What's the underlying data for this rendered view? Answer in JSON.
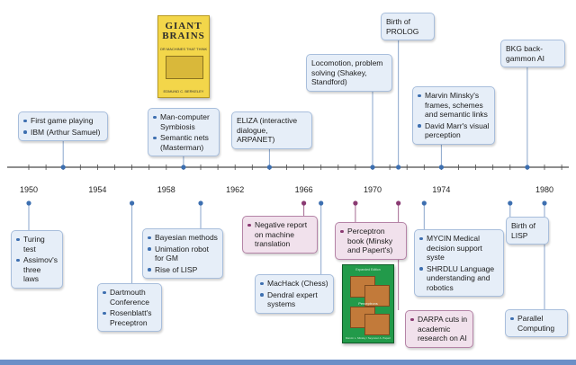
{
  "colors": {
    "axis": "#4a4a4a",
    "blue_dot": "#3d6fb0",
    "pink_dot": "#8a3a72",
    "blue_connector": "#8aa6cc",
    "pink_connector": "#a56a92",
    "bottom_bar": "#6b8fc7"
  },
  "timeline": {
    "start_year": 1950,
    "end_year": 1981,
    "year_labels": [
      "1950",
      "1954",
      "1958",
      "1962",
      "1966",
      "1970",
      "1974",
      "1980"
    ]
  },
  "books": {
    "giant_brains": {
      "title": "GIANT BRAINS",
      "subtitle": "OR MACHINES THAT THINK",
      "footer": "EDMUND C. BERKELEY"
    },
    "perceptrons": {
      "header": "Expanded Edition",
      "title": "Perceptrons",
      "footer": "Marvin L. Minsky / Seymour A. Papert"
    }
  },
  "events_above": [
    {
      "id": "game-playing",
      "year": 1952,
      "style": "blue",
      "items": [
        "First game playing",
        "IBM (Arthur Samuel)"
      ]
    },
    {
      "id": "man-computer",
      "year": 1959,
      "style": "blue",
      "items": [
        "Man-computer Symbiosis",
        "Semantic nets (Masterman)"
      ]
    },
    {
      "id": "eliza",
      "year": 1964,
      "style": "blue",
      "items": [
        "ELIZA (interactive dialogue, ARPANET)"
      ]
    },
    {
      "id": "shakey",
      "year": 1970,
      "style": "blue",
      "items": [
        "Locomotion, problem solving (Shakey, Standford)"
      ]
    },
    {
      "id": "prolog",
      "year": 1971.5,
      "style": "blue",
      "items": [
        "Birth of PROLOG"
      ]
    },
    {
      "id": "minsky-marr",
      "year": 1974,
      "style": "blue",
      "items": [
        "Marvin Minsky's frames, schemes and semantic links",
        "David Marr's visual perception"
      ]
    },
    {
      "id": "bkg",
      "year": 1979,
      "style": "blue",
      "items": [
        "BKG back-gammon AI"
      ]
    }
  ],
  "events_below": [
    {
      "id": "turing",
      "year": 1950,
      "style": "blue",
      "items": [
        "Turing test",
        "Assimov's three laws"
      ]
    },
    {
      "id": "dartmouth",
      "year": 1956,
      "style": "blue",
      "items": [
        "Dartmouth Conference",
        "Rosenblatt's Preceptron"
      ]
    },
    {
      "id": "bayesian",
      "year": 1960,
      "style": "blue",
      "items": [
        "Bayesian methods",
        "Unimation robot for GM",
        "Rise of LISP"
      ]
    },
    {
      "id": "negative-report",
      "year": 1966,
      "style": "pink",
      "items": [
        "Negative report on machine translation"
      ]
    },
    {
      "id": "machack",
      "year": 1967,
      "style": "blue",
      "items": [
        "MacHack (Chess)",
        "Dendral expert systems"
      ]
    },
    {
      "id": "perceptron-book",
      "year": 1969,
      "style": "pink",
      "items": [
        "Perceptron book (Minsky and Papert's)"
      ]
    },
    {
      "id": "darpa",
      "year": 1971.5,
      "style": "pink",
      "items": [
        "DARPA cuts in academic research on AI"
      ]
    },
    {
      "id": "mycin",
      "year": 1973,
      "style": "blue",
      "items": [
        "MYCIN Medical decision support syste",
        "SHRDLU Language understanding and robotics"
      ]
    },
    {
      "id": "lisp-birth",
      "year": 1978,
      "style": "blue",
      "items": [
        "Birth of LISP"
      ]
    },
    {
      "id": "parallel",
      "year": 1980,
      "style": "blue",
      "items": [
        "Parallel Computing"
      ]
    }
  ]
}
